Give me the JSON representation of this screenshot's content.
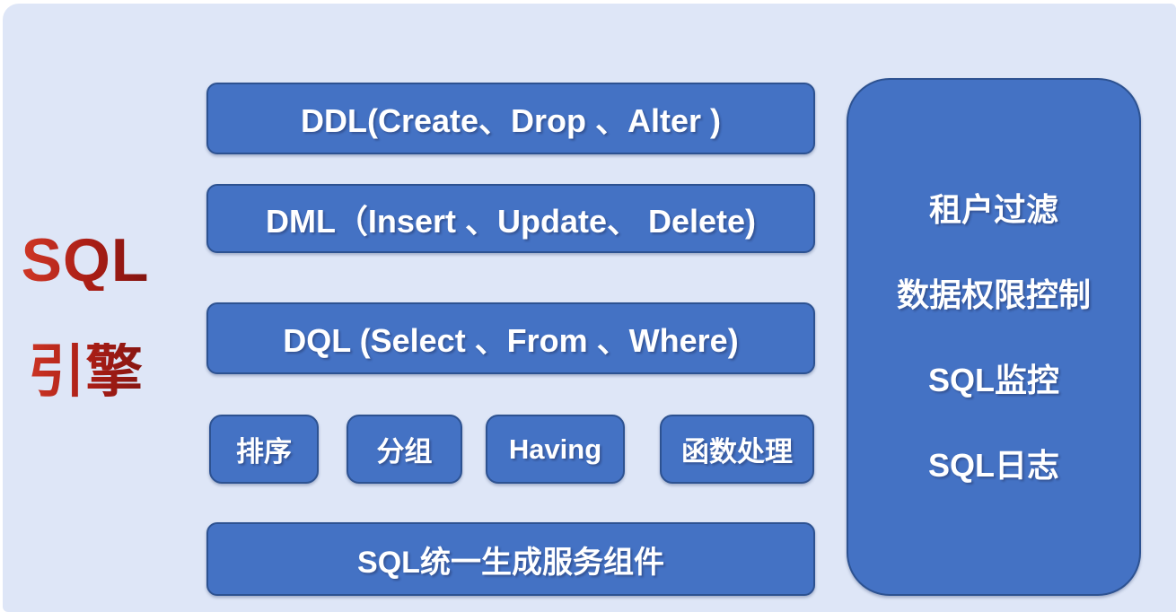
{
  "title": {
    "line1": "SQL",
    "line2": "引擎"
  },
  "colors": {
    "canvas_background": "#dee6f7",
    "box_fill": "#4472c4",
    "box_border": "#2d5291",
    "box_text": "#ffffff",
    "title_red_start": "#d43a28",
    "title_red_end": "#7d1310"
  },
  "layers": [
    {
      "id": "ddl",
      "label": "DDL(Create、Drop 、Alter )"
    },
    {
      "id": "dml",
      "label": "DML（Insert 、Update、 Delete)"
    },
    {
      "id": "dql",
      "label": "DQL (Select 、From 、Where)"
    }
  ],
  "clauses": [
    {
      "label": "排序"
    },
    {
      "label": "分组"
    },
    {
      "label": "Having"
    },
    {
      "label": "函数处理"
    }
  ],
  "bottom": {
    "label": "SQL统一生成服务组件"
  },
  "side_panel": {
    "items": [
      {
        "label": "租户过滤"
      },
      {
        "label": "数据权限控制"
      },
      {
        "label": "SQL监控"
      },
      {
        "label": "SQL日志"
      }
    ]
  }
}
